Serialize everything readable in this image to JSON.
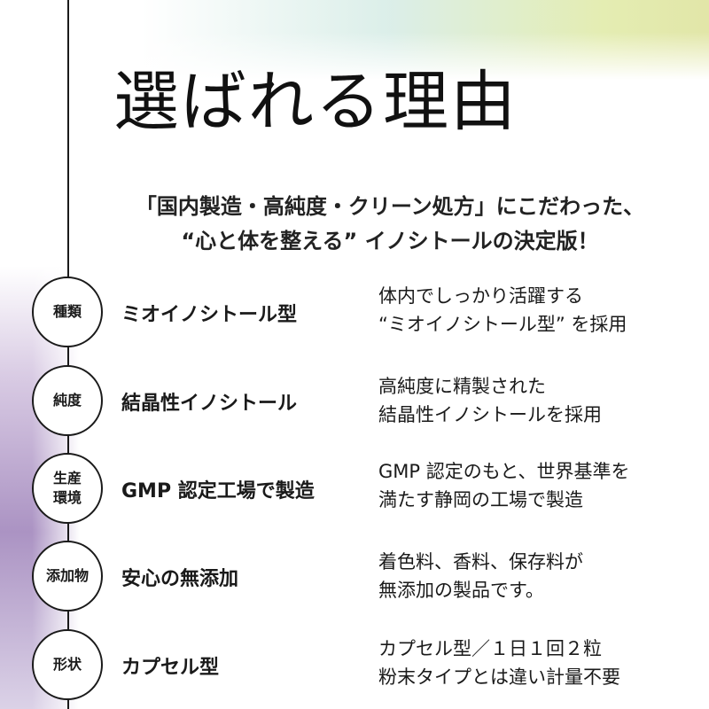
{
  "title": "選ばれる理由",
  "subtitle": {
    "line1": "「国内製造・高純度・クリーン処方」にこだわった、",
    "line2": "“心と体を整える” イノシトールの決定版！"
  },
  "reasons": [
    {
      "label": "種類",
      "feature": "ミオイノシトール型",
      "desc1": "体内でしっかり活躍する",
      "desc2": "“ミオイノシトール型” を採用"
    },
    {
      "label": "純度",
      "feature": "結晶性イノシトール",
      "desc1": "高純度に精製された",
      "desc2": "結晶性イノシトールを採用"
    },
    {
      "label": "生産\n環境",
      "feature": "GMP 認定工場で製造",
      "desc1": "GMP 認定のもと、世界基準を",
      "desc2": "満たす静岡の工場で製造"
    },
    {
      "label": "添加物",
      "feature": "安心の無添加",
      "desc1": "着色料、香料、保存料が",
      "desc2": "無添加の製品です。"
    },
    {
      "label": "形状",
      "feature": "カプセル型",
      "desc1": "カプセル型／１日１回２粒",
      "desc2": "粉末タイプとは違い計量不要"
    }
  ]
}
